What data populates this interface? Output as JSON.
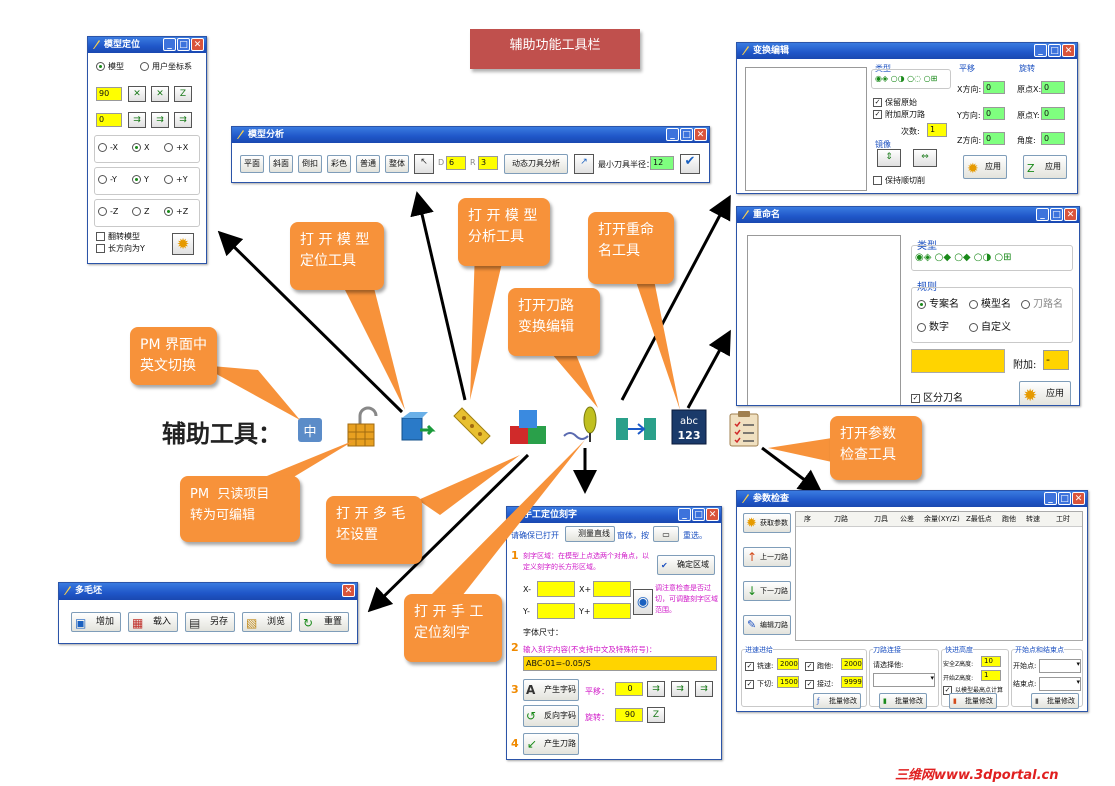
{
  "header_label": "辅助功能工具栏",
  "main_label": "辅助工具：",
  "watermark": "三维网www.3dportal.cn",
  "callouts": {
    "lang_switch": "PM 界面中\n英文切换",
    "model_position": "打 开 模 型\n定位工具",
    "model_analysis": "打 开 模 型\n分析工具",
    "path_transform": "打开刀路\n变换编辑",
    "rename": "打开重命\n名工具",
    "param_check": "打开参数\n检查工具",
    "readonly": "PM  只读项目\n转为可编辑",
    "multi_blank": "打 开 多 毛\n坯设置",
    "manual_engrave": "打 开 手 工\n定位刻字"
  },
  "icons": [
    "lang-switch-icon",
    "readonly-unlock-icon",
    "model-position-icon",
    "model-analysis-icon",
    "multi-blank-icon",
    "manual-engrave-icon",
    "path-transform-icon",
    "rename-icon",
    "param-check-icon"
  ],
  "model_position_window": {
    "title": "模型定位",
    "radio_model": "模型",
    "radio_ucs": "用户坐标系",
    "value1": "90",
    "value2": "0",
    "x_opts": [
      "-X",
      "X",
      "+X"
    ],
    "y_opts": [
      "-Y",
      "Y",
      "+Y"
    ],
    "z_opts": [
      "-Z",
      "Z",
      "+Z"
    ],
    "flip_model": "翻转模型",
    "long_side_y": "长方向为Y"
  },
  "model_analysis_window": {
    "title": "模型分析",
    "buttons": [
      "平面",
      "斜面",
      "倒扣",
      "彩色",
      "普通",
      "整体"
    ],
    "d_label": "D",
    "d_value": "6",
    "r_label": "R",
    "r_value": "3",
    "dynamic_btn": "动态刀具分析",
    "min_radius_label": "最小刀具半径：",
    "min_radius_value": "12"
  },
  "transform_window": {
    "title": "变换编辑",
    "type_label": "类型",
    "keep_original": "保留原始",
    "attach_tool": "附加原刀路",
    "count_label": "次数:",
    "count_value": "1",
    "mirror_label": "镜像",
    "keep_order": "保持顺切削",
    "translate_label": "平移",
    "x_dir": "X方向:",
    "y_dir": "Y方向:",
    "z_dir": "Z方向:",
    "tx": "0",
    "ty": "0",
    "tz": "0",
    "apply": "应用",
    "rotate_label": "旋转",
    "origin_x": "原点X:",
    "origin_y": "原点Y:",
    "angle": "角度:",
    "rx": "0",
    "ry": "0",
    "ra": "0"
  },
  "rename_window": {
    "title": "重命名",
    "type_label": "类型",
    "rule_label": "规则",
    "rule_options": [
      "专案名",
      "模型名",
      "刀路名",
      "数字",
      "自定义"
    ],
    "append_label": "附加:",
    "append_value": "-",
    "distinguish_tool": "区分刀名",
    "apply": "应用"
  },
  "param_check_window": {
    "title": "参数检查",
    "get_params": "获取参数",
    "prev_path": "上一刀路",
    "next_path": "下一刀路",
    "edit_path": "编辑刀路",
    "columns": [
      "序",
      "刀路",
      "刀具",
      "公差",
      "余量(XY/Z)",
      "Z最低点",
      "跑他",
      "转速",
      "工时"
    ],
    "feed_group": "进速进给",
    "feed_label": "铣速:",
    "feed_value": "2000",
    "plunge_label": "下切:",
    "plunge_value": "1500",
    "rapid_label": "跑他:",
    "rapid_value": "2000",
    "cut_label": "接过:",
    "cut_value": "9999",
    "link_group": "刀路连接",
    "link_select": "请选择他:",
    "safe_group": "快进高度",
    "safe_z": "安全Z高度:",
    "safe_z_value": "10",
    "start_z": "开始Z高度:",
    "start_z_value": "1",
    "model_top": "以模型最高点计算",
    "startend_group": "开始点和结束点",
    "start_point": "开始点:",
    "end_point": "结束点:",
    "batch_modify": "批量修改"
  },
  "multi_blank_window": {
    "title": "多毛坯",
    "buttons": [
      "增加",
      "载入",
      "另存",
      "浏览",
      "重置"
    ]
  },
  "engrave_window": {
    "title": "手工定位刻字",
    "top_text1": "请确保已打开",
    "measure_btn": "测量直线",
    "top_text2": "窗体，按",
    "top_text3": "重选。",
    "step1": "刻字区域：在模型上点选两个对角点，以定义刻字的长方形区域。",
    "confirm_area": "确定区域",
    "check_note": "调注意检查是否过切，可调整刻字区域范围。",
    "x_minus": "X-",
    "x_plus": "X+",
    "y_minus": "Y-",
    "y_plus": "Y+",
    "font_size": "字体尺寸：",
    "step2": "输入刻字内容(不支持中文及特殊符号)：",
    "text_value": "ABC-01=-0.05/S",
    "gen_text": "产生字码",
    "shift_label": "平移：",
    "shift_value": "0",
    "reverse_text": "反向字码",
    "rotate_label": "旋转：",
    "rotate_value": "90",
    "gen_path": "产生刀路"
  }
}
